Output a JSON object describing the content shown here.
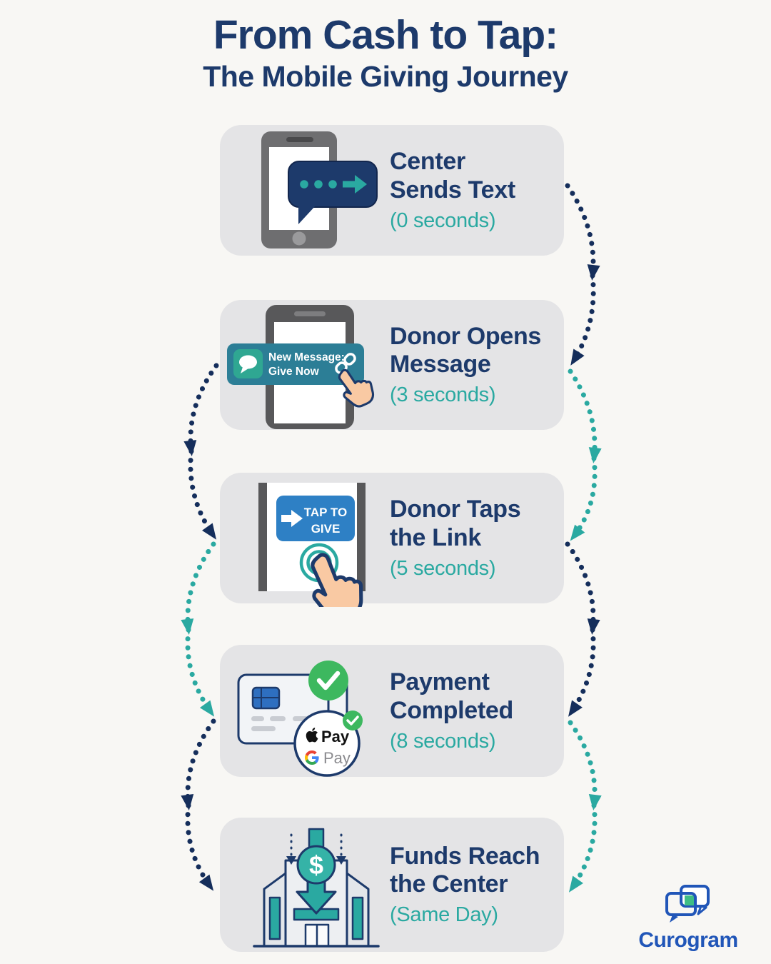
{
  "colors": {
    "navy": "#1d3a6b",
    "teal": "#2aa9a1",
    "arrow-navy": "#152e5b",
    "arrow-teal": "#2aa9a1",
    "card-bg": "#e4e4e6",
    "page-bg": "#f8f7f4",
    "button-blue": "#2e80c5",
    "banner-teal": "#2c7e96",
    "app-green": "#2fa792",
    "check-green": "#3db85f",
    "brand-blue": "#2156b8",
    "brand-green": "#3fbd85",
    "phone-gray": "#6e6e70",
    "phone-dark": "#58585a",
    "hand-skin": "#f9c9a3",
    "google-blue": "#4285F4",
    "google-green": "#34A853",
    "google-yellow": "#FBBC05",
    "google-red": "#EA4335"
  },
  "header": {
    "title_line1": "From Cash to Tap:",
    "title_line2": "The Mobile Giving Journey"
  },
  "steps": [
    {
      "title_line1": "Center",
      "title_line2": "Sends Text",
      "duration": "(0 seconds)"
    },
    {
      "title_line1": "Donor Opens",
      "title_line2": "Message",
      "duration": "(3 seconds)",
      "notification": {
        "line1": "New Message:",
        "line2": "Give Now"
      }
    },
    {
      "title_line1": "Donor Taps",
      "title_line2": "the Link",
      "duration": "(5 seconds)",
      "button": {
        "line1": "TAP TO",
        "line2": "GIVE"
      }
    },
    {
      "title_line1": "Payment",
      "title_line2": "Completed",
      "duration": "(8 seconds)",
      "pay": {
        "apple": "Pay",
        "google": "Pay"
      }
    },
    {
      "title_line1": "Funds Reach",
      "title_line2": "the Center",
      "duration": "(Same Day)",
      "dollar": "$"
    }
  ],
  "brand": {
    "name": "Curogram"
  }
}
